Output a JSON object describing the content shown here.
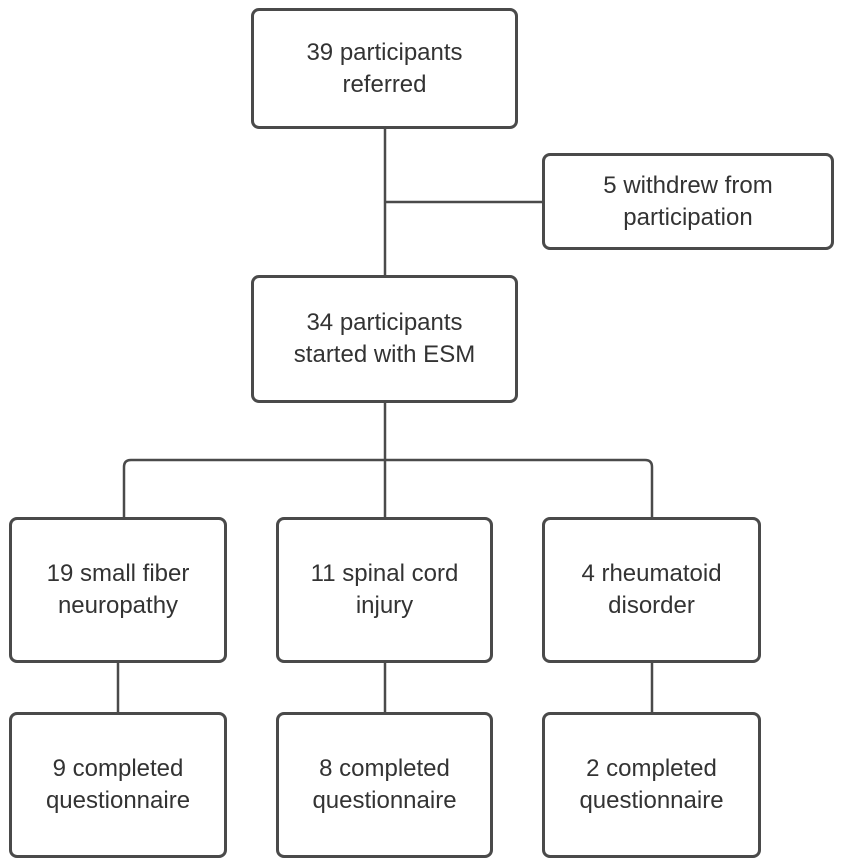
{
  "nodes": {
    "referred": {
      "line1": "39 participants",
      "line2": "referred"
    },
    "withdrew": {
      "line1": "5 withdrew from",
      "line2": "participation"
    },
    "started": {
      "line1": "34 participants",
      "line2": "started with ESM"
    },
    "sfn": {
      "line1": "19 small fiber",
      "line2": "neuropathy"
    },
    "sci": {
      "line1": "11 spinal cord",
      "line2": "injury"
    },
    "rd": {
      "line1": "4 rheumatoid",
      "line2": "disorder"
    },
    "sfn_done": {
      "line1": "9 completed",
      "line2": "questionnaire"
    },
    "sci_done": {
      "line1": "8 completed",
      "line2": "questionnaire"
    },
    "rd_done": {
      "line1": "2 completed",
      "line2": "questionnaire"
    }
  },
  "colors": {
    "border": "#4a4a4a",
    "line": "#4a4a4a",
    "text": "#333333"
  }
}
